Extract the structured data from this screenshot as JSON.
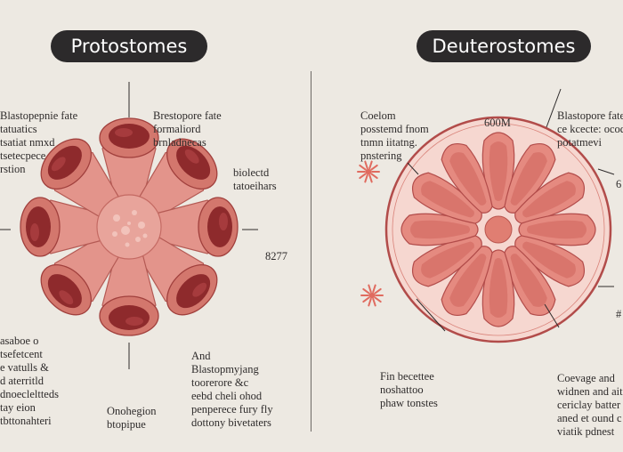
{
  "titles": {
    "left": "Protostomes",
    "right": "Deuterostomes"
  },
  "protostomes": {
    "top_left": [
      "Blastopepnie fate",
      "tatuatics",
      "tsatiat nmxd",
      "tsetecpece",
      "rstion"
    ],
    "top_center": [
      "Brestopore fate",
      "formaliord",
      "brnladnecas"
    ],
    "right_upper": [
      "biolectd",
      "tatoeihars"
    ],
    "right_number": "8277",
    "bottom_left": [
      "asaboe o",
      "tsefetcent",
      "e vatulls &",
      "d aterritld",
      "dnoecleltteds",
      "tay eion",
      "tbttonahteri"
    ],
    "bottom_center_upper": [
      "And",
      "Blastopmyjang",
      "toorerore &c",
      "eebd cheli ohod",
      "penperece fury fly",
      "dottony bivetaters"
    ],
    "bottom_center": [
      "Onohegion",
      "btopipue"
    ]
  },
  "deuterostomes": {
    "top_left": [
      "Coelom",
      "posstemd fnom",
      "tnmn iitatng.",
      "pnstering"
    ],
    "top_number": "600M",
    "top_right": [
      "Blastopore fate",
      "ce kcecte: ocod",
      "potatmevi"
    ],
    "right_edge_upper": "6",
    "right_edge_lower": "#",
    "bottom_left": [
      "Fin becettee",
      "noshattoo",
      "phaw tonstes"
    ],
    "bottom_right": [
      "Coevage and",
      "widnen and ait",
      "cericlay batter",
      "aned et ound c",
      "viatik pdnest"
    ]
  },
  "colors": {
    "background": "#ede9e2",
    "pill": "#2c2a2b",
    "petal_light": "#e3948b",
    "petal_mid": "#d3776d",
    "petal_dark": "#8e2a2c",
    "center": "#e8a49b",
    "disc_fill": "#f6d7d0",
    "disc_ring": "#b24c4a",
    "accent_star": "#e06b5f"
  }
}
